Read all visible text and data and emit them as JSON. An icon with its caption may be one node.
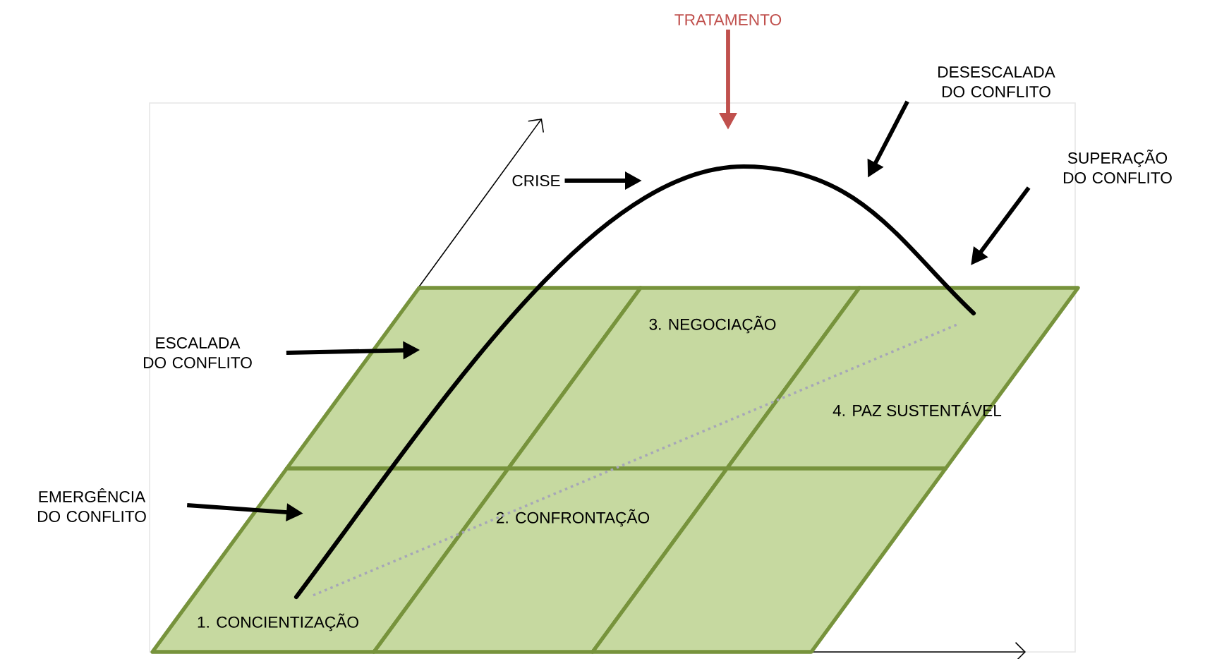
{
  "diagram": {
    "nodes": [
      {
        "text": [
          "TRATAMENTO"
        ]
      },
      {
        "text": [
          "DESESCALADA DO CONFLITO"
        ]
      },
      {
        "text": [
          "CRISE"
        ]
      },
      {
        "text": [
          "SUPERAÇÃO DO CONFLITO"
        ]
      },
      {
        "text": [],
        "shape": "box"
      },
      {
        "text": [
          "3. NEGOCIAÇÃO"
        ]
      },
      {
        "text": [
          "4. PAZ SUSTENTÁVEL"
        ]
      },
      {
        "text": [
          "ESCALADA DO CONFLITO"
        ]
      },
      {
        "text": [
          "EMERGÊNCIA DO CONFLITO"
        ]
      },
      {
        "text": [
          "1. CONCIENTIZAÇÃO"
        ]
      },
      {
        "text": [
          "2. CONFRONTAÇÃO"
        ]
      },
      {
        "text": [],
        "shape": "box"
      }
    ],
    "edges": [
      {
        "from": 0,
        "to": null,
        "arrow": "to",
        "color": "#c0504d"
      },
      {
        "from": 1,
        "to": null,
        "arrow": "to"
      },
      {
        "from": 2,
        "to": null,
        "arrow": "to"
      },
      {
        "from": 3,
        "to": null,
        "arrow": "to"
      },
      {
        "from": 7,
        "to": 4,
        "arrow": "to"
      },
      {
        "from": 8,
        "to": 9,
        "arrow": "to"
      },
      {
        "from": 9,
        "to": 6,
        "arrow": "none",
        "style": "dashed",
        "color": "#a6a6b8"
      }
    ]
  }
}
